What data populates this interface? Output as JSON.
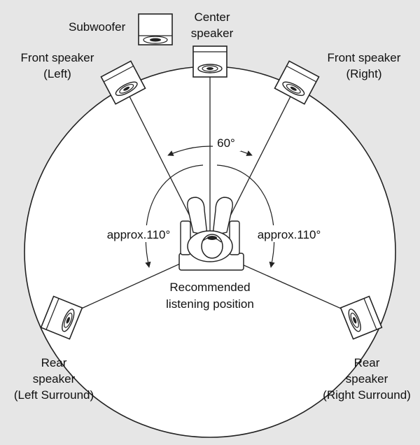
{
  "labels": {
    "subwoofer": "Subwoofer",
    "center_line1": "Center",
    "center_line2": "speaker",
    "front_left_line1": "Front speaker",
    "front_left_line2": "(Left)",
    "front_right_line1": "Front speaker",
    "front_right_line2": "(Right)",
    "angle_front": "60°",
    "angle_left": "approx.110°",
    "angle_right": "approx.110°",
    "listening_line1": "Recommended",
    "listening_line2": "listening position",
    "rear_left_line1": "Rear",
    "rear_left_line2": "speaker",
    "rear_left_line3": "(Left Surround)",
    "rear_right_line1": "Rear",
    "rear_right_line2": "speaker",
    "rear_right_line3": "(Right Surround)"
  },
  "colors": {
    "background": "#e6e6e6",
    "circle_fill": "#ffffff",
    "stroke": "#222222"
  },
  "icons": {
    "speaker": "speaker-box-icon",
    "listener": "seated-listener-icon"
  }
}
